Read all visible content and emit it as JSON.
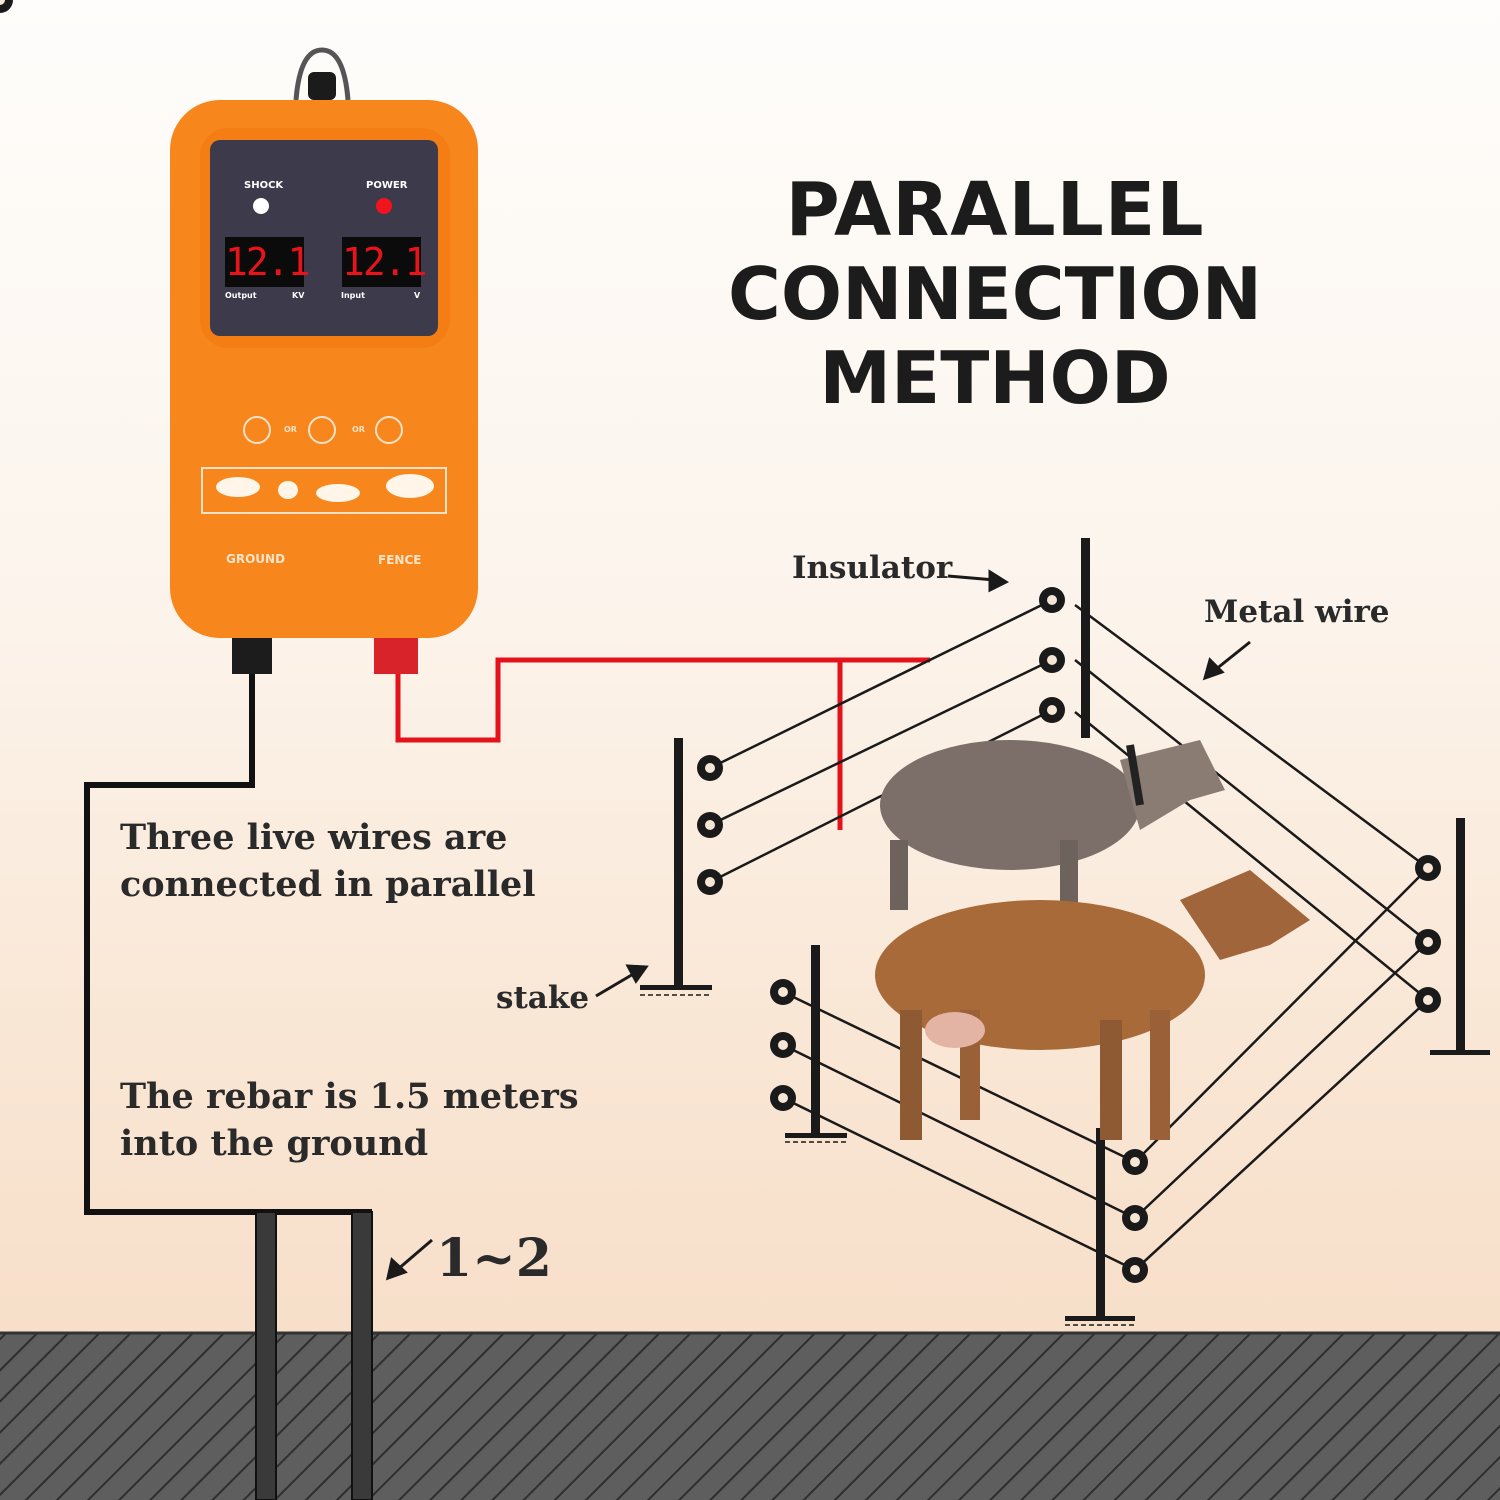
{
  "title": {
    "line1": "PARALLEL",
    "line2": "CONNECTION METHOD"
  },
  "device": {
    "shock_label": "SHOCK",
    "power_label": "POWER",
    "output_display": "12.1",
    "input_display": "12.1",
    "output_label": "Output",
    "output_unit": "KV",
    "input_label": "Input",
    "input_unit": "V",
    "or1": "OR",
    "or2": "OR",
    "ground_label": "GROUND",
    "fence_label": "FENCE",
    "body_color": "#f7861c",
    "panel_color": "#3d3b4b"
  },
  "labels": {
    "insulator": "Insulator",
    "metal_wire": "Metal wire",
    "stake": "stake",
    "parallel_line1": "Three live wires are",
    "parallel_line2": "connected in parallel",
    "rebar_line1": "The rebar is 1.5 meters",
    "rebar_line2": "into the ground",
    "rebar_count": "1~2"
  },
  "colors": {
    "live_wire": "#e3121b",
    "ground_wire": "#111111",
    "ground": "#5c5c5c"
  }
}
